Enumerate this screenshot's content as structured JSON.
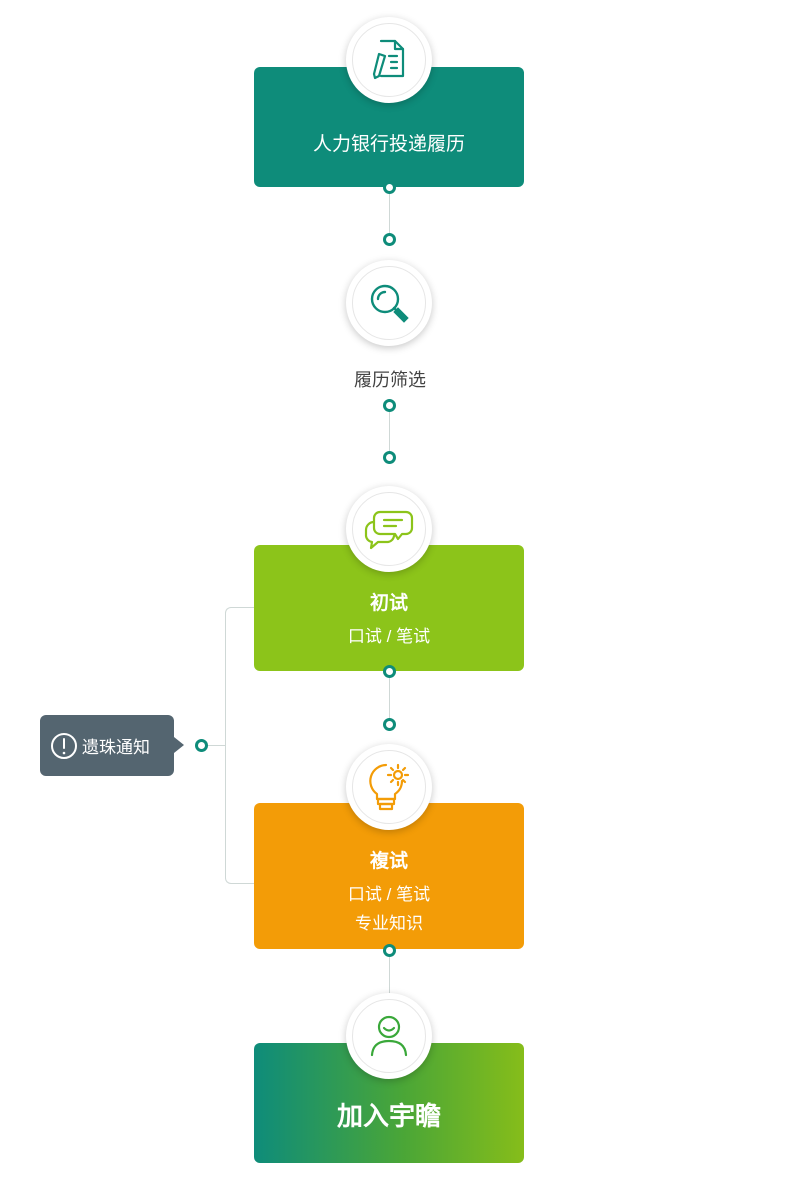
{
  "steps": [
    {
      "id": "resume",
      "title": "人力银行投递履历",
      "icon": "document-pen-icon"
    },
    {
      "id": "screening",
      "title": "履历筛选",
      "icon": "magnifier-icon"
    },
    {
      "id": "first",
      "title": "初试",
      "subtitle": "口试 / 笔试",
      "icon": "chat-bubbles-icon"
    },
    {
      "id": "second",
      "title": "複试",
      "subtitle": "口试 / 笔试",
      "subtitle2": "专业知识",
      "icon": "lightbulb-gear-icon"
    },
    {
      "id": "join",
      "title": "加入宇瞻",
      "icon": "person-smile-icon"
    }
  ],
  "notice": {
    "label": "遗珠通知",
    "icon": "exclamation-icon"
  },
  "colors": {
    "teal": "#0e8c7a",
    "green": "#8cc41a",
    "orange": "#f39c07",
    "slate": "#546570",
    "lime": "#86bd1a"
  }
}
